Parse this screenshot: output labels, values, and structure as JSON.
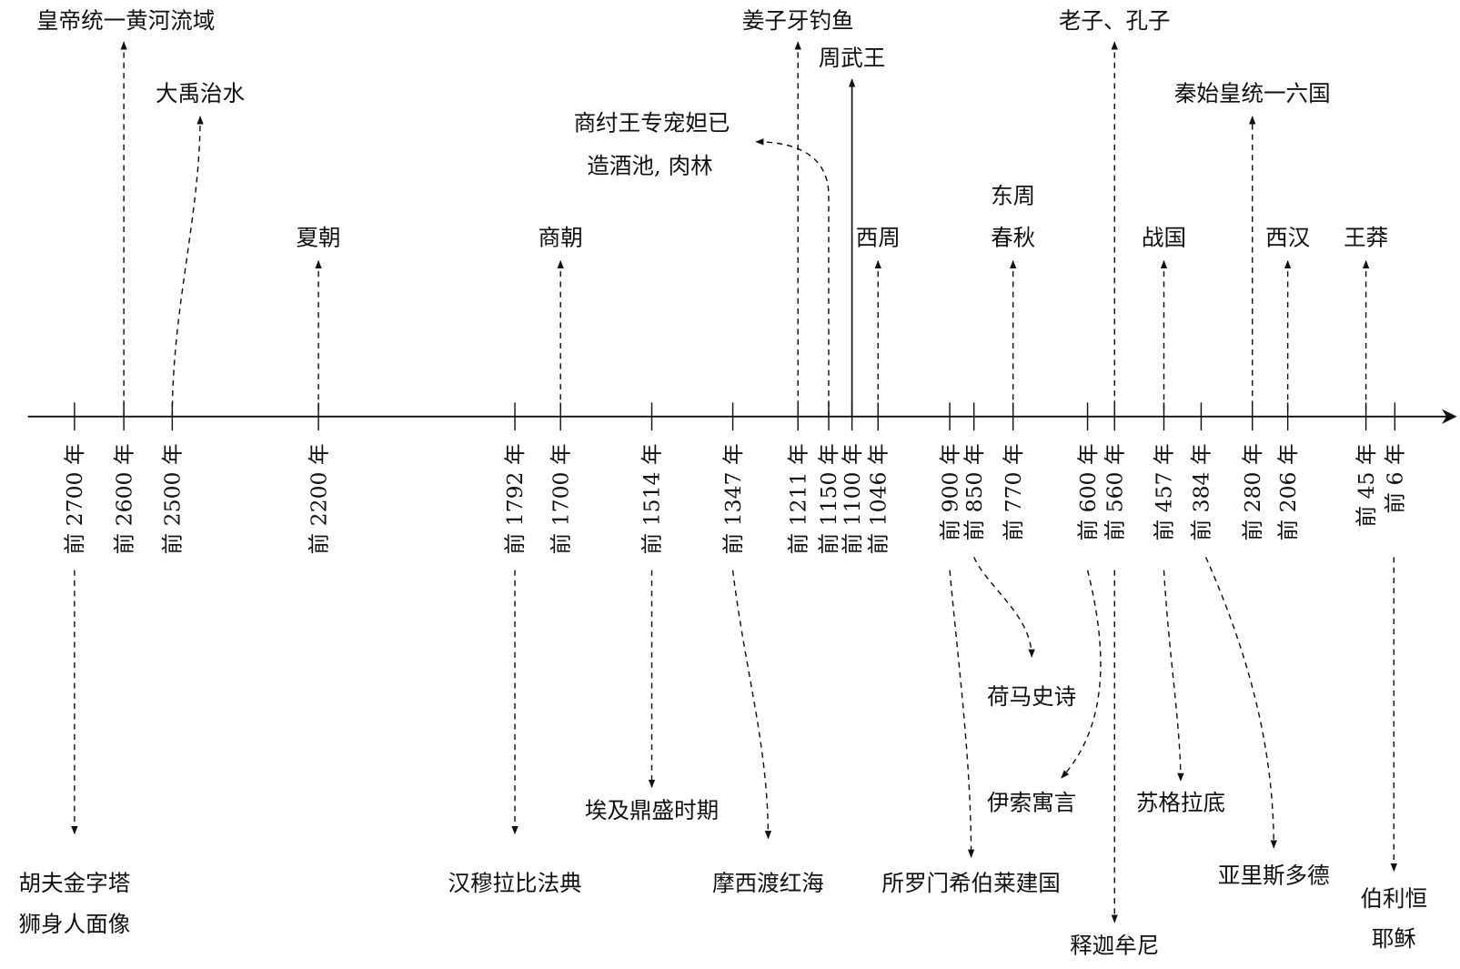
{
  "years": [
    "前 2700 年",
    "前 2600 年",
    "前 2500 年",
    "前 2200 年",
    "前 1792 年",
    "前 1700 年",
    "前 1514 年",
    "前 1347 年",
    "前 1211 年",
    "前 1150 年",
    "前 1100 年",
    "前 1046 年",
    "前 900 年",
    "前 850 年",
    "前 770 年",
    "前 600 年",
    "前 560 年",
    "前 457 年",
    "前 384 年",
    "前 280 年",
    "前 206 年",
    "前 45 年",
    "前 6 年"
  ],
  "above": {
    "huangdi": "皇帝统一黄河流域",
    "dayu": "大禹治水",
    "xia": "夏朝",
    "shang": "商朝",
    "jiangziya": "姜子牙钓鱼",
    "zhouwuwang": "周武王",
    "shangzhou_1": "商纣王专宠妲已",
    "shangzhou_2": "造酒池, 肉林",
    "xizhou": "西周",
    "dongzhou_1": "东周",
    "dongzhou_2": "春秋",
    "laozi": "老子、孔子",
    "zhanguo": "战国",
    "qin": "秦始皇统一六国",
    "xihan": "西汉",
    "wangmang": "王莽"
  },
  "below": {
    "khufu_1": "胡夫金字塔",
    "khufu_2": "狮身人面像",
    "hammurabi": "汉穆拉比法典",
    "egypt": "埃及鼎盛时期",
    "moses": "摩西渡红海",
    "solomon": "所罗门希伯莱建国",
    "homer": "荷马史诗",
    "aesop": "伊索寓言",
    "buddha": "释迦牟尼",
    "socrates": "苏格拉底",
    "aristotle": "亚里斯多德",
    "jesus_1": "伯利恒",
    "jesus_2": "耶稣"
  }
}
